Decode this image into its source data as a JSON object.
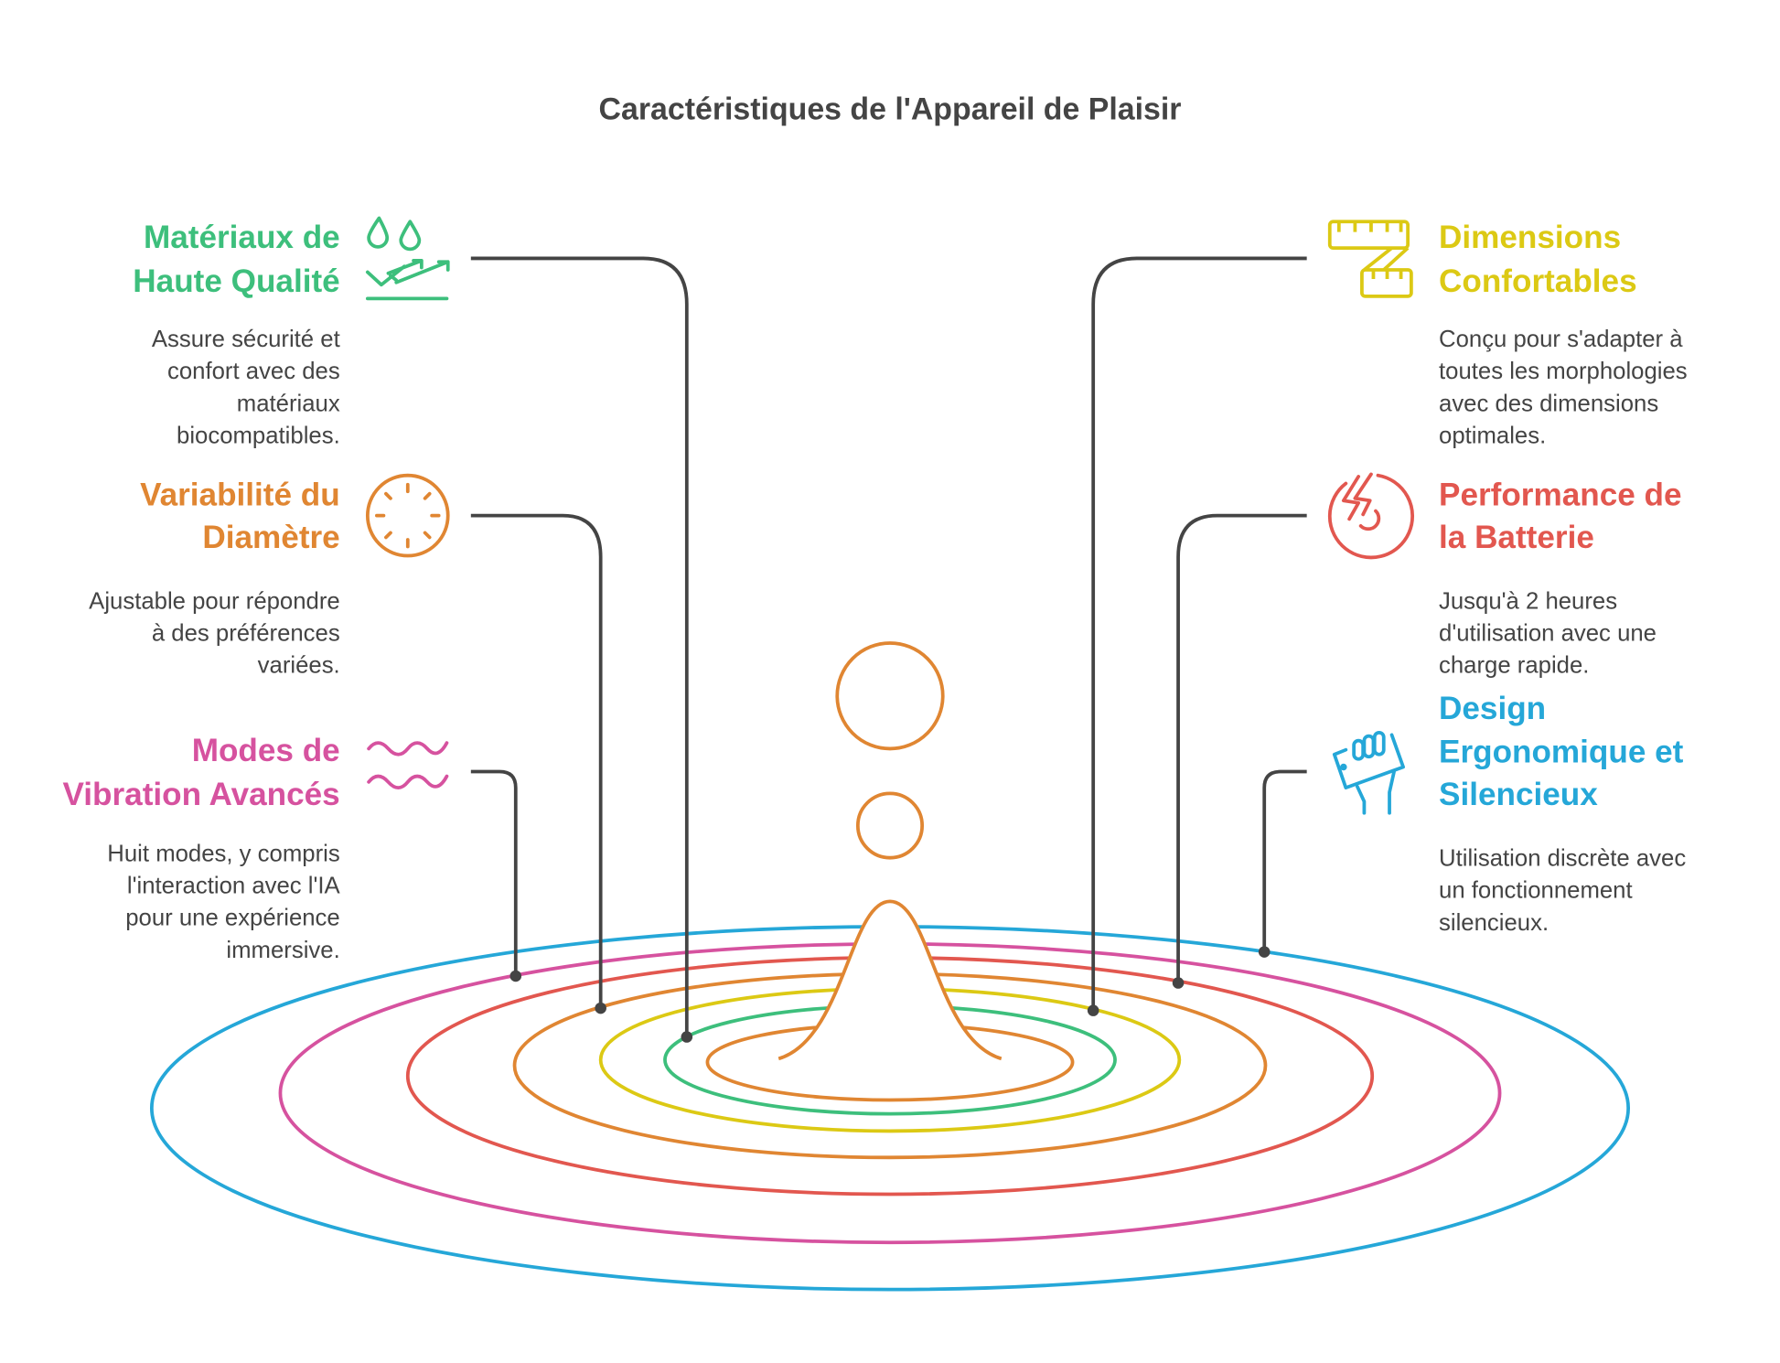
{
  "title": "Caractéristiques de l'Appareil de Plaisir",
  "colors": {
    "green": "#3dbf7c",
    "orange": "#e08632",
    "yellow": "#dcc914",
    "red": "#e2574f",
    "blue": "#25a7d8",
    "pink": "#d6529f",
    "text": "#444444"
  },
  "features": [
    {
      "icon": "drops-arrows-icon",
      "title": [
        "Matériaux de",
        "Haute Qualité"
      ],
      "body": [
        "Assure sécurité et",
        "confort avec des",
        "matériaux",
        "biocompatibles."
      ]
    },
    {
      "icon": "dial-icon",
      "title": [
        "Variabilité du",
        "Diamètre"
      ],
      "body": [
        "Ajustable pour répondre",
        "à des préférences",
        "variées."
      ]
    },
    {
      "icon": "wave-icon",
      "title": [
        "Modes de",
        "Vibration Avancés"
      ],
      "body": [
        "Huit modes, y compris",
        "l'interaction avec l'IA",
        "pour une expérience",
        "immersive."
      ]
    },
    {
      "icon": "measuring-tape-icon",
      "title": [
        "Dimensions",
        "Confortables"
      ],
      "body": [
        "Conçu pour s'adapter à",
        "toutes les morphologies",
        "avec des dimensions",
        "optimales."
      ]
    },
    {
      "icon": "battery-charge-icon",
      "title": [
        "Performance de",
        "la Batterie"
      ],
      "body": [
        "Jusqu'à 2 heures",
        "d'utilisation avec une",
        "charge rapide."
      ]
    },
    {
      "icon": "hand-device-icon",
      "title": [
        "Design",
        "Ergonomique et",
        "Silencieux"
      ],
      "body": [
        "Utilisation discrète avec",
        "un fonctionnement",
        "silencieux."
      ]
    }
  ]
}
